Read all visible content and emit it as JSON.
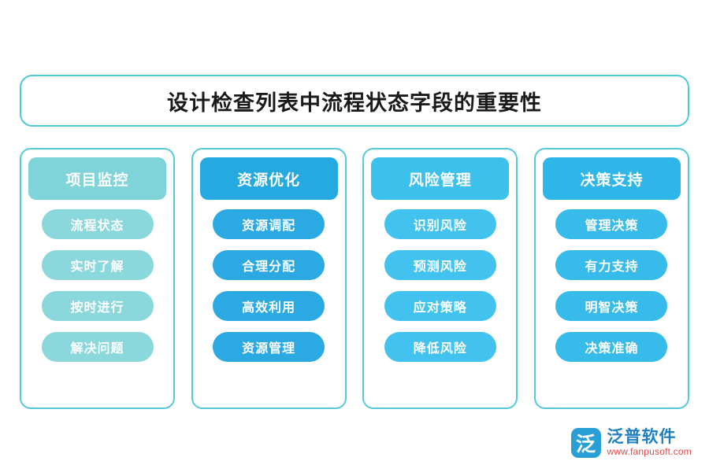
{
  "title": "设计检查列表中流程状态字段的重要性",
  "colors": {
    "border": "#55c9da",
    "title_border": "#4ec8d8",
    "col1_header": "#7fd4d9",
    "col1_item": "#8ad8db",
    "col2_header": "#24a9e0",
    "col2_item": "#2aa9e2",
    "col3_header": "#3cc0ec",
    "col3_item": "#42c2ee",
    "col4_header": "#2fb6e8",
    "col4_item": "#36bbea",
    "logo_blue": "#1f7fc0",
    "logo_red": "#e24a4a"
  },
  "columns": [
    {
      "header": "项目监控",
      "items": [
        "流程状态",
        "实时了解",
        "按时进行",
        "解决问题"
      ]
    },
    {
      "header": "资源优化",
      "items": [
        "资源调配",
        "合理分配",
        "高效利用",
        "资源管理"
      ]
    },
    {
      "header": "风险管理",
      "items": [
        "识别风险",
        "预测风险",
        "应对策略",
        "降低风险"
      ]
    },
    {
      "header": "决策支持",
      "items": [
        "管理决策",
        "有力支持",
        "明智决策",
        "决策准确"
      ]
    }
  ],
  "watermark": "泛普软件",
  "logo": {
    "glyph": "泛",
    "name": "泛普软件",
    "url": "www.fanpusoft.com"
  }
}
